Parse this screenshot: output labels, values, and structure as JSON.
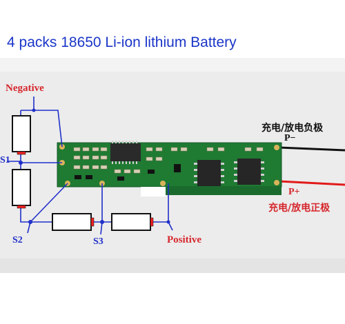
{
  "title": "4 packs 18650 Li-ion lithium Battery",
  "labels": {
    "negative": "Negative",
    "positive": "Positive",
    "s1": "S1",
    "s2": "S2",
    "s3": "S3",
    "p_minus": "P−",
    "p_plus": "P+",
    "charge_discharge_negative": "充电/放电负极",
    "charge_discharge_positive": "充电/放电正极"
  },
  "colors": {
    "title": "#1a35c8",
    "negative_label": "#d6262c",
    "positive_label": "#d6262c",
    "s_labels": "#1f2fc9",
    "wire": "#1f2fc9",
    "pcb": "#1f7a32",
    "p_minus_wire": "#111111",
    "p_plus_wire": "#e21a1a"
  }
}
